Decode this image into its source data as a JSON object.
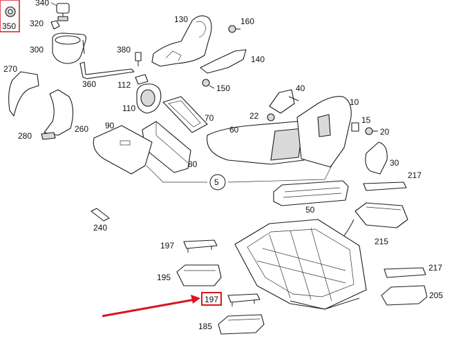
{
  "diagram": {
    "labels": {
      "l340": "340",
      "l350": "350",
      "l320": "320",
      "l300": "300",
      "l360": "360",
      "l380": "380",
      "l130": "130",
      "l160": "160",
      "l140": "140",
      "l150": "150",
      "l112": "112",
      "l110": "110",
      "l270": "270",
      "l280": "280",
      "l260": "260",
      "l90": "90",
      "l70": "70",
      "l80": "80",
      "l60": "60",
      "l40": "40",
      "l22": "22",
      "l10": "10",
      "l15": "15",
      "l20": "20",
      "l30": "30",
      "l5": "5",
      "l217a": "217",
      "l50": "50",
      "l240": "240",
      "l215": "215",
      "l197a": "197",
      "l195": "195",
      "l197b": "197",
      "l217b": "217",
      "l205": "205",
      "l185": "185"
    },
    "highlight_color": "#d8141e",
    "arrow_color": "#d8141e"
  }
}
